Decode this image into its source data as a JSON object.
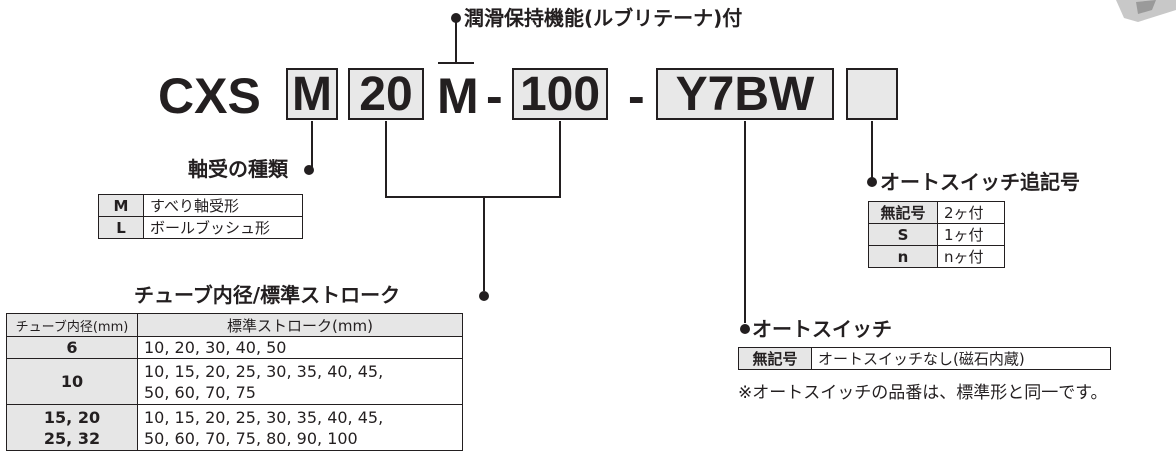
{
  "top_label": "潤滑保持機能(ルブリテーナ)付",
  "model": {
    "prefix": "CXS",
    "bearing_code": "M",
    "bore_code": "20",
    "lube_code": "M",
    "dash1": "-",
    "stroke_code": "100",
    "dash2": "-",
    "switch_code": "Y7BW",
    "qty_code": ""
  },
  "bearing_section": {
    "title": "軸受の種類",
    "rows": [
      {
        "code": "M",
        "desc": "すべり軸受形"
      },
      {
        "code": "L",
        "desc": "ボールブッシュ形"
      }
    ]
  },
  "tube_section": {
    "title": "チューブ内径/標準ストローク",
    "headers": [
      "チューブ内径(mm)",
      "標準ストローク(mm)"
    ],
    "rows": [
      {
        "bore": "6",
        "strokes": [
          "10, 20, 30, 40, 50"
        ]
      },
      {
        "bore": "10",
        "strokes": [
          "10, 15, 20, 25, 30, 35, 40, 45,",
          "50, 60, 70, 75"
        ]
      },
      {
        "bore": "15, 20",
        "bore2": "25, 32",
        "strokes": [
          "10, 15, 20, 25, 30, 35, 40, 45,",
          "50, 60, 70, 75, 80, 90, 100"
        ]
      }
    ]
  },
  "switch_qty_section": {
    "title": "オートスイッチ追記号",
    "rows": [
      {
        "code": "無記号",
        "desc": "2ヶ付"
      },
      {
        "code": "S",
        "desc": "1ヶ付"
      },
      {
        "code": "n",
        "desc": "nヶ付"
      }
    ]
  },
  "switch_section": {
    "title": "オートスイッチ",
    "row": {
      "code": "無記号",
      "desc": "オートスイッチなし(磁石内蔵)"
    },
    "note": "※オートスイッチの品番は、標準形と同一です。"
  }
}
